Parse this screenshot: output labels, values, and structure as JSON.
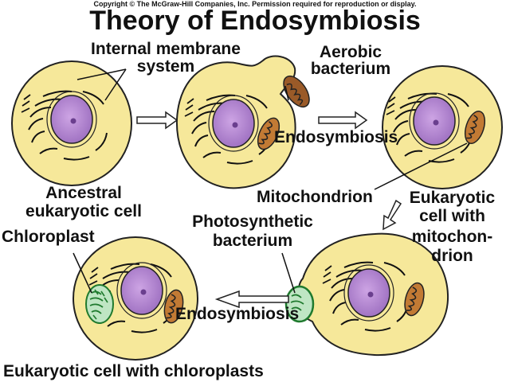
{
  "copyright": "Copyright © The McGraw-Hill Companies, Inc. Permission required for reproduction or display.",
  "title": "Theory of Endosymbiosis",
  "labels": {
    "internal_membrane_1": "Internal membrane",
    "internal_membrane_2": "system",
    "aerobic_1": "Aerobic",
    "aerobic_2": "bacterium",
    "endosymbiosis_top": "Endosymbiosis",
    "ancestral_1": "Ancestral",
    "ancestral_2": "eukaryotic cell",
    "mitochondrion": "Mitochondrion",
    "euk_mito_1": "Eukaryotic",
    "euk_mito_2": "cell with",
    "euk_mito_3": "mitochon-",
    "euk_mito_4": "drion",
    "chloroplast": "Chloroplast",
    "photo_1": "Photosynthetic",
    "photo_2": "bacterium",
    "endosymbiosis_bottom": "Endosymbiosis",
    "euk_chloro": "Eukaryotic cell with chloroplasts"
  },
  "colors": {
    "cytoplasm": "#f6e89a",
    "nucleus": "#b58ad0",
    "nucleus_inner": "#8a5fae",
    "mitochondrion": "#c27a34",
    "bacterium": "#9a5a28",
    "chloroplast": "#bfe6c4",
    "chloroplast_dark": "#1f7a2e"
  }
}
